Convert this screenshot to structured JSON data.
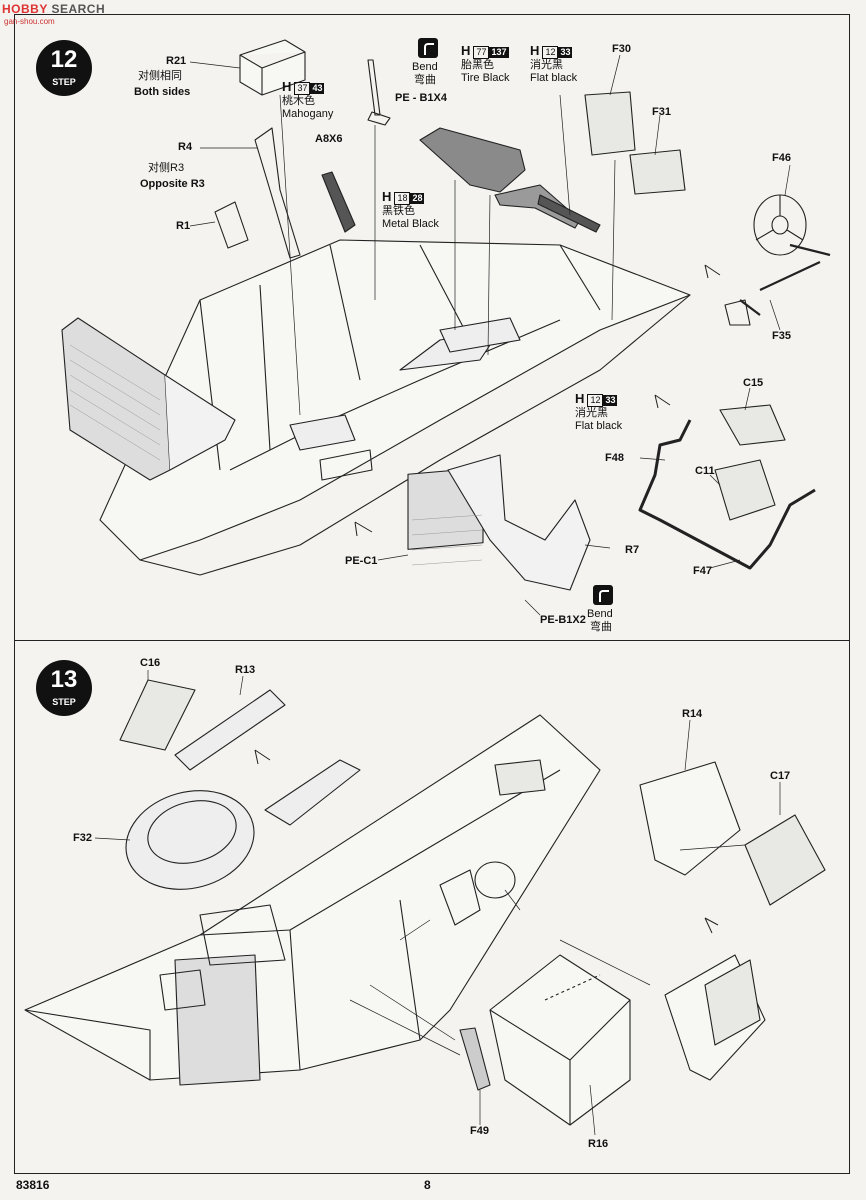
{
  "watermark": {
    "brand_a": "HOBBY",
    "brand_b": "SEARCH",
    "url": "gan-shou.com"
  },
  "step12": {
    "badge_num": "12",
    "badge_label": "STEP",
    "labels": {
      "R21": "R21",
      "R4": "R4",
      "R1": "R1",
      "A8X6": "A8X6",
      "PE_B1X4": "PE - B1X4",
      "F30": "F30",
      "F31": "F31",
      "F46": "F46",
      "F35": "F35",
      "C15": "C15",
      "C11": "C11",
      "F48": "F48",
      "F47": "F47",
      "PE_C1": "PE-C1",
      "R7": "R7",
      "PE_B1X2": "PE-B1X2"
    },
    "notes": {
      "both_sides_cn": "对侧相同",
      "both_sides_en": "Both sides",
      "opposite_cn": "对侧R3",
      "opposite_en": "Opposite R3",
      "bend_en": "Bend",
      "bend_cn": "弯曲"
    },
    "paints": [
      {
        "h": "H",
        "c1": "37",
        "c2": "43",
        "cn": "桃木色",
        "en": "Mahogany"
      },
      {
        "h": "H",
        "c1": "77",
        "c2": "137",
        "cn": "胎黑色",
        "en": "Tire Black"
      },
      {
        "h": "H",
        "c1": "12",
        "c2": "33",
        "cn": "消光黑",
        "en": "Flat black"
      },
      {
        "h": "H",
        "c1": "18",
        "c2": "28",
        "cn": "黑铁色",
        "en": "Metal  Black"
      },
      {
        "h": "H",
        "c1": "12",
        "c2": "33",
        "cn": "消光黑",
        "en": "Flat black"
      }
    ]
  },
  "step13": {
    "badge_num": "13",
    "badge_label": "STEP",
    "labels": {
      "C16": "C16",
      "R13": "R13",
      "F32": "F32",
      "R14": "R14",
      "C17": "C17",
      "F49": "F49",
      "R16": "R16"
    }
  },
  "footer": {
    "code": "83816",
    "page": "8"
  },
  "colors": {
    "line": "#222222",
    "paper": "#f4f3ef",
    "shade": "#8a8a8a",
    "tire": "#6b6b6b"
  }
}
